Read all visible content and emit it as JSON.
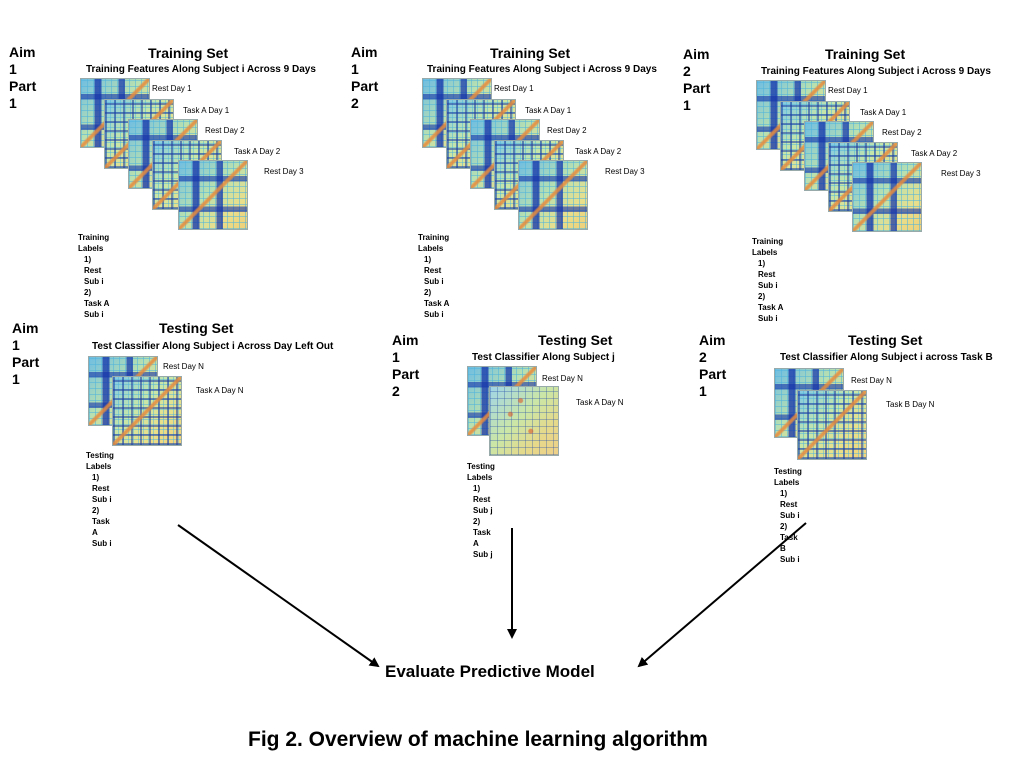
{
  "training": [
    {
      "aim": "Aim 1",
      "part": "Part 1",
      "title": "Training Set",
      "subtitle": "Training Features Along Subject i Across 9 Days",
      "matrix_labels": [
        "Rest Day 1",
        "Task A Day 1",
        "Rest Day 2",
        "Task A Day 2",
        "Rest Day 3"
      ],
      "labels_header": "Training Labels",
      "labels": [
        {
          "num": "1)",
          "text": "Rest Sub i"
        },
        {
          "num": "2)",
          "text": "Task A Sub i"
        }
      ]
    },
    {
      "aim": "Aim 1",
      "part": "Part 2",
      "title": "Training Set",
      "subtitle": "Training Features Along Subject i Across 9 Days",
      "matrix_labels": [
        "Rest Day 1",
        "Task A Day 1",
        "Rest Day 2",
        "Task A Day 2",
        "Rest Day 3"
      ],
      "labels_header": "Training Labels",
      "labels": [
        {
          "num": "1)",
          "text": "Rest Sub i"
        },
        {
          "num": "2)",
          "text": "Task A Sub i"
        }
      ]
    },
    {
      "aim": "Aim 2",
      "part": "Part 1",
      "title": "Training Set",
      "subtitle": "Training Features Along Subject i Across 9 Days",
      "matrix_labels": [
        "Rest Day 1",
        "Task A Day 1",
        "Rest Day 2",
        "Task A Day 2",
        "Rest Day 3"
      ],
      "labels_header": "Training Labels",
      "labels": [
        {
          "num": "1)",
          "text": "Rest Sub i"
        },
        {
          "num": "2)",
          "text": "Task A Sub i"
        }
      ]
    }
  ],
  "testing": [
    {
      "aim": "Aim 1",
      "part": "Part 1",
      "title": "Testing Set",
      "subtitle": "Test Classifier Along Subject i Across Day Left Out",
      "matrix_labels": [
        "Rest Day N",
        "Task A Day N"
      ],
      "labels_header": "Testing Labels",
      "labels": [
        {
          "num": "1)",
          "text": "Rest Sub i"
        },
        {
          "num": "2)",
          "text": "Task A Sub i"
        }
      ]
    },
    {
      "aim": "Aim 1",
      "part": "Part 2",
      "title": "Testing Set",
      "subtitle": "Test Classifier Along Subject j",
      "matrix_labels": [
        "Rest Day N",
        "Task A Day N"
      ],
      "labels_header": "Testing Labels",
      "labels": [
        {
          "num": "1)",
          "text": "Rest Sub j"
        },
        {
          "num": "2)",
          "text": "Task A Sub j"
        }
      ]
    },
    {
      "aim": "Aim 2",
      "part": "Part 1",
      "title": "Testing Set",
      "subtitle": "Test Classifier Along Subject i across Task B",
      "matrix_labels": [
        "Rest Day N",
        "Task B Day N"
      ],
      "labels_header": "Testing Labels",
      "labels": [
        {
          "num": "1)",
          "text": "Rest Sub i"
        },
        {
          "num": "2)",
          "text": "Task B Sub i"
        }
      ]
    }
  ],
  "outcome": "Evaluate Predictive Model",
  "caption": "Fig 2. Overview of machine learning algorithm"
}
